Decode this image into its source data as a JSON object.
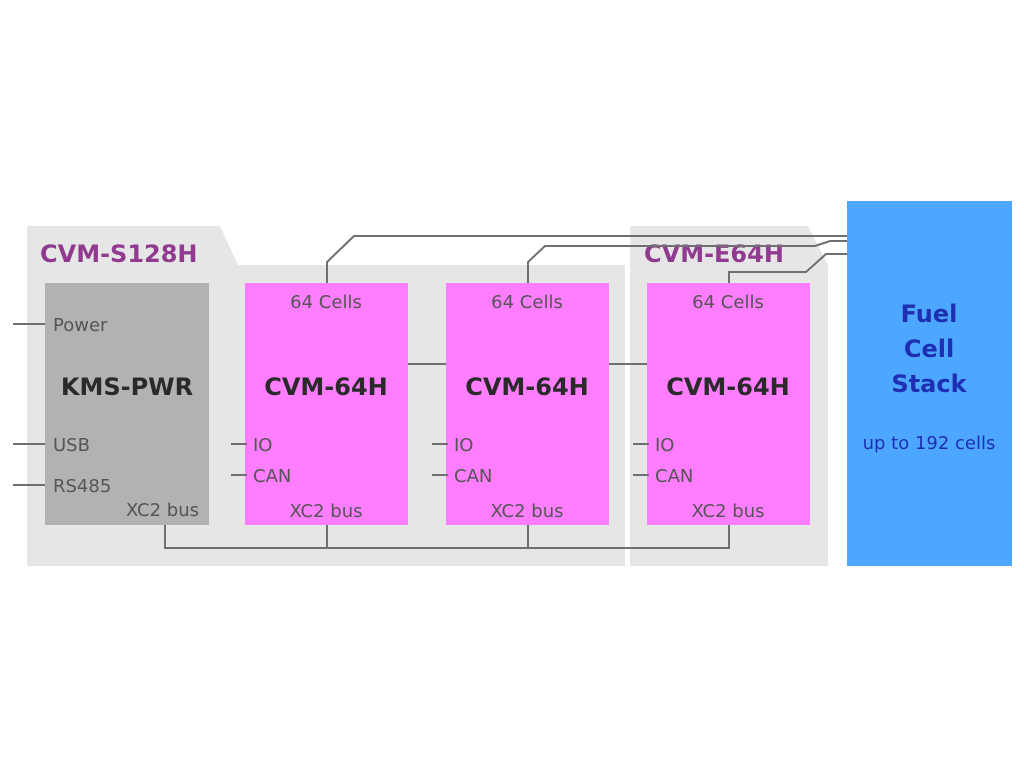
{
  "groups": {
    "s128h_label": "CVM-S128H",
    "e64h_label": "CVM-E64H"
  },
  "kms": {
    "title": "KMS-PWR",
    "ports": [
      "Power",
      "USB",
      "RS485"
    ],
    "bus": "XC2 bus"
  },
  "modules": [
    {
      "title": "CVM-64H",
      "cells": "64 Cells",
      "io": "IO",
      "can": "CAN",
      "bus": "XC2 bus"
    },
    {
      "title": "CVM-64H",
      "cells": "64 Cells",
      "io": "IO",
      "can": "CAN",
      "bus": "XC2 bus"
    },
    {
      "title": "CVM-64H",
      "cells": "64 Cells",
      "io": "IO",
      "can": "CAN",
      "bus": "XC2 bus"
    }
  ],
  "stack": {
    "title_lines": [
      "Fuel",
      "Cell",
      "Stack"
    ],
    "subtitle": "up to 192 cells"
  },
  "colors": {
    "group_bg": "#e6e6e6",
    "group_label": "#903b8f",
    "kms_box": "#b2b2b2",
    "cvm_box": "#ff7dff",
    "stack_box": "#4da6ff",
    "stack_text": "#1f2fb3",
    "wire": "#6f6f6f"
  }
}
